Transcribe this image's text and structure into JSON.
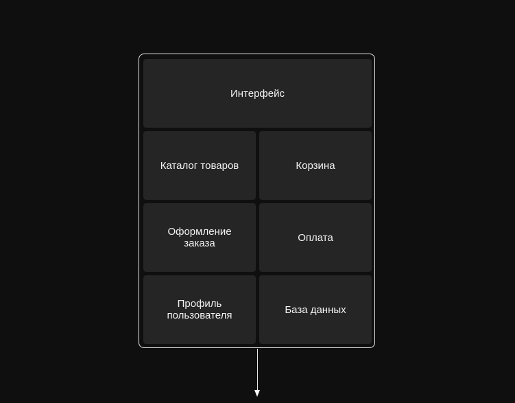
{
  "diagram": {
    "container": {
      "label": ""
    },
    "blocks": [
      {
        "id": "interface",
        "label": "Интерфейс"
      },
      {
        "id": "catalog",
        "label": "Каталог товаров"
      },
      {
        "id": "cart",
        "label": "Корзина"
      },
      {
        "id": "checkout",
        "label": "Оформление заказа"
      },
      {
        "id": "payment",
        "label": "Оплата"
      },
      {
        "id": "profile",
        "label": "Профиль пользователя"
      },
      {
        "id": "database",
        "label": "База данных"
      }
    ],
    "edges": [
      {
        "from": "container",
        "to": "below",
        "type": "arrow-down"
      }
    ],
    "colors": {
      "background": "#0f0f0f",
      "block": "#252525",
      "border": "#e8e8e8",
      "text": "#f2f2f2"
    }
  }
}
